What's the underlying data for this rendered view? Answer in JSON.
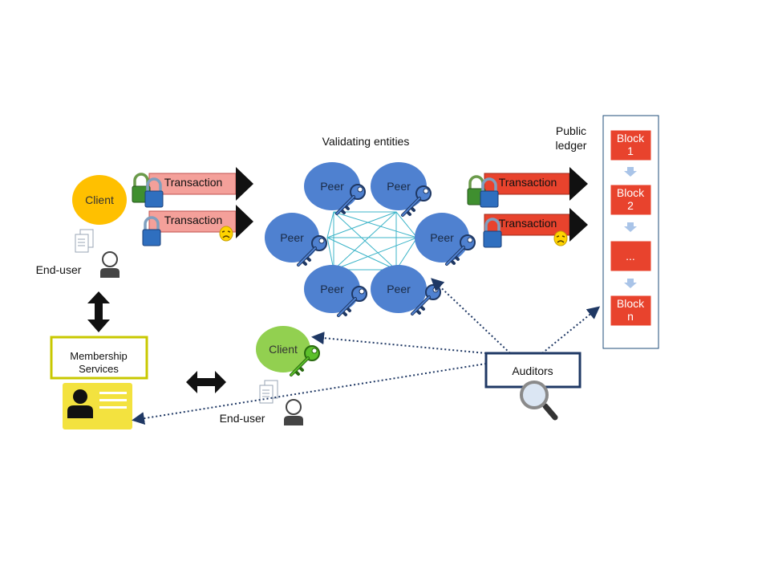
{
  "title": "Validating entities",
  "ledger_title_1": "Public",
  "ledger_title_2": "ledger",
  "client_orange_label": "Client",
  "client_green_label": "Client",
  "end_user_label_1": "End-user",
  "end_user_label_2": "End-user",
  "transaction_label": "Transaction",
  "peer_label": "Peer",
  "membership_line_1": "Membership",
  "membership_line_2": "Services",
  "auditors_label": "Auditors",
  "blocks": [
    {
      "line1": "Block",
      "line2": "1"
    },
    {
      "line1": "Block",
      "line2": "2"
    },
    {
      "line1": "...",
      "line2": ""
    },
    {
      "line1": "Block",
      "line2": "n"
    }
  ],
  "colors": {
    "peer": "#4f81d0",
    "client_orange": "#ffc000",
    "client_green": "#92d050",
    "transaction_fill": "#f4a09a",
    "ledger_transaction_fill": "#e8432d",
    "block": "#e8432d",
    "membership_border": "#c8c800",
    "id_card": "#f3e23f",
    "auditors_border": "#1f3864",
    "mesh": "#3cb4c8",
    "dotted_arrow": "#1f3864"
  },
  "icons": [
    "key-icon",
    "lock-icon",
    "mask-icon",
    "document-icon",
    "user-icon",
    "id-card-icon",
    "magnifier-icon",
    "double-arrow-icon"
  ]
}
